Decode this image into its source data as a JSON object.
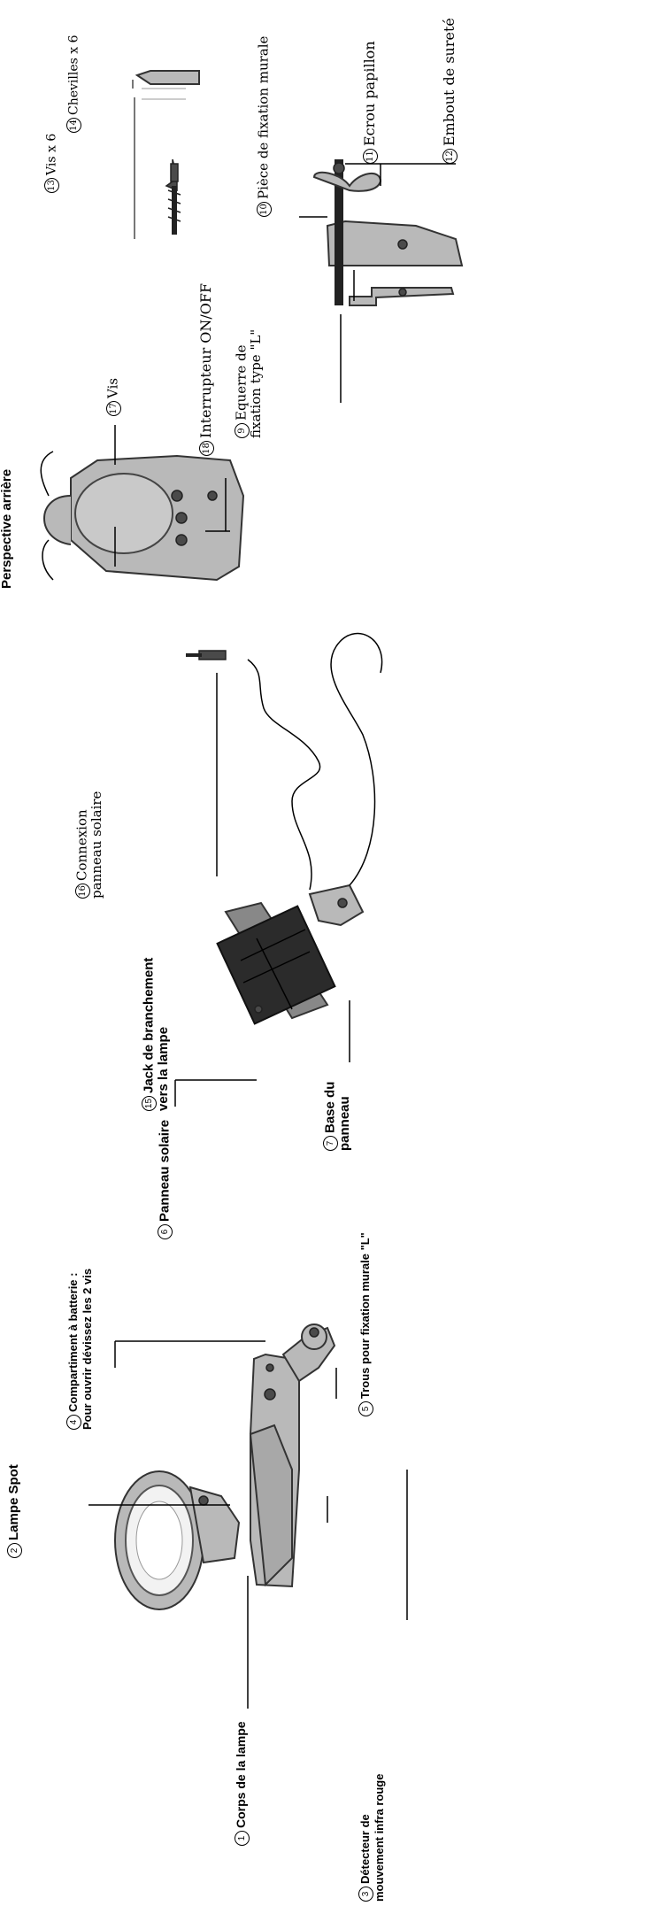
{
  "heading": "Perspective arrière",
  "labels": {
    "l1": {
      "num": "1",
      "text": "Corps de la lampe"
    },
    "l2": {
      "num": "2",
      "text": "Lampe Spot"
    },
    "l3": {
      "num": "3",
      "text": "Détecteur de",
      "text2": "mouvement infra rouge"
    },
    "l4": {
      "num": "4",
      "text": "Compartiment à batterie :",
      "text2": "Pour ouvrir dévissez les 2 vis"
    },
    "l5": {
      "num": "5",
      "text": "Trous pour fixation murale \"L\""
    },
    "l6": {
      "num": "6",
      "text": "Panneau solaire"
    },
    "l7": {
      "num": "7",
      "text": "Base du",
      "text2": "panneau"
    },
    "l9": {
      "num": "9",
      "text": "Equerre de",
      "text2": "fixation type \"L\""
    },
    "l10": {
      "num": "10",
      "text": "Pièce de fixation murale"
    },
    "l11": {
      "num": "11",
      "text": "Ecrou papillon"
    },
    "l12": {
      "num": "12",
      "text": "Embout de sureté"
    },
    "l13": {
      "num": "13",
      "text": "Vis x 6"
    },
    "l14": {
      "num": "14",
      "text": "Chevilles x 6"
    },
    "l15": {
      "num": "15",
      "text": "Jack de branchement",
      "text2": "vers la lampe"
    },
    "l16": {
      "num": "16",
      "text": "Connexion",
      "text2": "panneau solaire"
    },
    "l17": {
      "num": "17",
      "text": "Vis"
    },
    "l18": {
      "num": "18",
      "text": "Interrupteur ON/OFF"
    }
  },
  "colors": {
    "part_fill": "#b9b9b9",
    "outline": "#333333",
    "dark": "#4a4a4a"
  }
}
